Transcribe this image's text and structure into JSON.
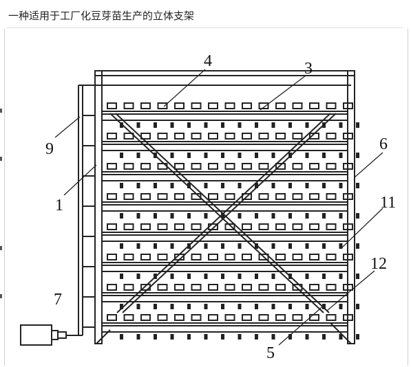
{
  "page": {
    "title": "一种适用于工厂化豆芽苗生产的立体支架"
  },
  "colors": {
    "line": "#222222",
    "text": "#111111",
    "divider": "#e2e2e2"
  },
  "diagram": {
    "tiers": 8,
    "trays_per_row": 15,
    "callouts": [
      {
        "id": "4",
        "text": "4"
      },
      {
        "id": "3",
        "text": "3"
      },
      {
        "id": "9",
        "text": "9"
      },
      {
        "id": "6",
        "text": "6"
      },
      {
        "id": "1",
        "text": "1"
      },
      {
        "id": "11",
        "text": "11"
      },
      {
        "id": "12",
        "text": "12"
      },
      {
        "id": "7",
        "text": "7"
      },
      {
        "id": "5",
        "text": "5"
      }
    ]
  }
}
